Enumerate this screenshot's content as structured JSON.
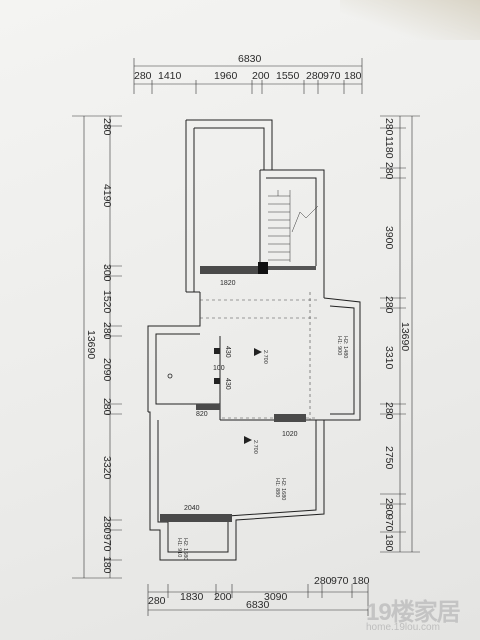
{
  "plan": {
    "top_total": "6830",
    "top_segments": [
      "280",
      "1410",
      "1960",
      "200",
      "1550",
      "280",
      "970",
      "180"
    ],
    "bottom_total": "6830",
    "bottom_segments": [
      "280",
      "1830",
      "200",
      "3090",
      "280",
      "970",
      "180"
    ],
    "left_total": "13690",
    "left_segments": [
      "280",
      "4190",
      "300",
      "1520",
      "280",
      "2090",
      "280",
      "3320",
      "280",
      "970",
      "180"
    ],
    "right_total": "13690",
    "right_segments": [
      "280",
      "1180",
      "280",
      "3900",
      "280",
      "3310",
      "280",
      "2750",
      "280",
      "970",
      "180"
    ],
    "interior": {
      "upper_opening": "1820",
      "stair_top_window": "430",
      "stair_bottom_window": "430",
      "small_door": "100",
      "small_room_opening": "820",
      "main_room_opening": "1020",
      "lower_opening": "2040",
      "level_mid": "2.700",
      "level_lower": "2.700",
      "window_mid": [
        "H1: 900",
        "H2: 1480"
      ],
      "window_lower": [
        "H1: 880",
        "H2: 1680"
      ],
      "window_balcony": [
        "H1: 910",
        "H2: 1680"
      ]
    }
  },
  "watermark": {
    "logo": "19楼家居",
    "url": "home.19lou.com"
  }
}
